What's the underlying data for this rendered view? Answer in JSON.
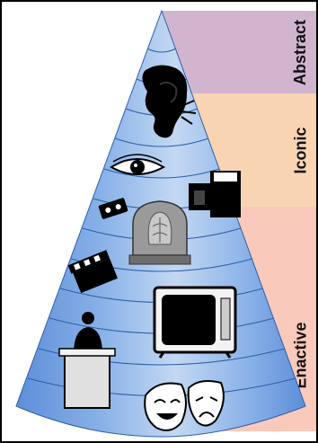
{
  "diagram": {
    "bands": [
      {
        "id": "abstract",
        "label": "Abstract",
        "color": "#d1b5cf"
      },
      {
        "id": "iconic",
        "label": "Iconic",
        "color": "#f9d4b2"
      },
      {
        "id": "enactive",
        "label": "Enactive",
        "color": "#f9c9bb"
      }
    ],
    "cone_colors": {
      "light": "#c3d8f2",
      "dark": "#5d8ed8",
      "rings": "#2f5fa8"
    },
    "icons": [
      "ear-icon",
      "eye-icon",
      "cassette-icon",
      "camera-icon",
      "radio-icon",
      "clapperboard-icon",
      "television-icon",
      "speaker-at-podium-icon",
      "theater-masks-icon"
    ]
  }
}
